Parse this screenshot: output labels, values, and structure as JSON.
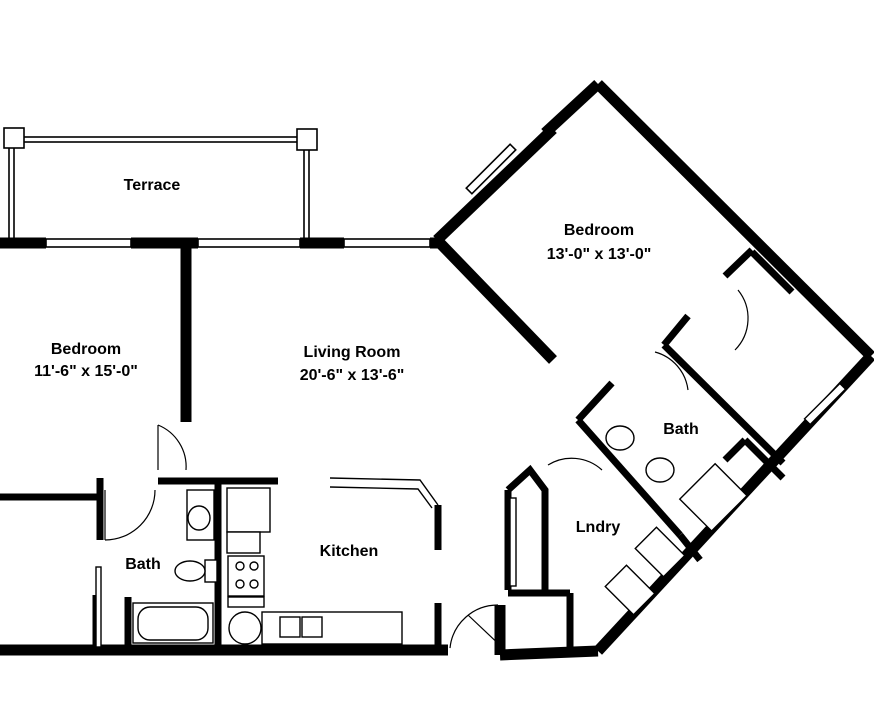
{
  "rooms": {
    "terrace": {
      "name": "Terrace"
    },
    "bedroom_left": {
      "name": "Bedroom",
      "size": "11'-6\" x 15'-0\""
    },
    "living_room": {
      "name": "Living Room",
      "size": "20'-6\" x 13'-6\""
    },
    "bedroom_right": {
      "name": "Bedroom",
      "size": "13'-0\" x 13'-0\""
    },
    "bath_right": {
      "name": "Bath"
    },
    "kitchen": {
      "name": "Kitchen"
    },
    "laundry": {
      "name": "Lndry"
    },
    "bath_left": {
      "name": "Bath"
    }
  },
  "colors": {
    "wall": "#000000",
    "background": "#ffffff"
  }
}
